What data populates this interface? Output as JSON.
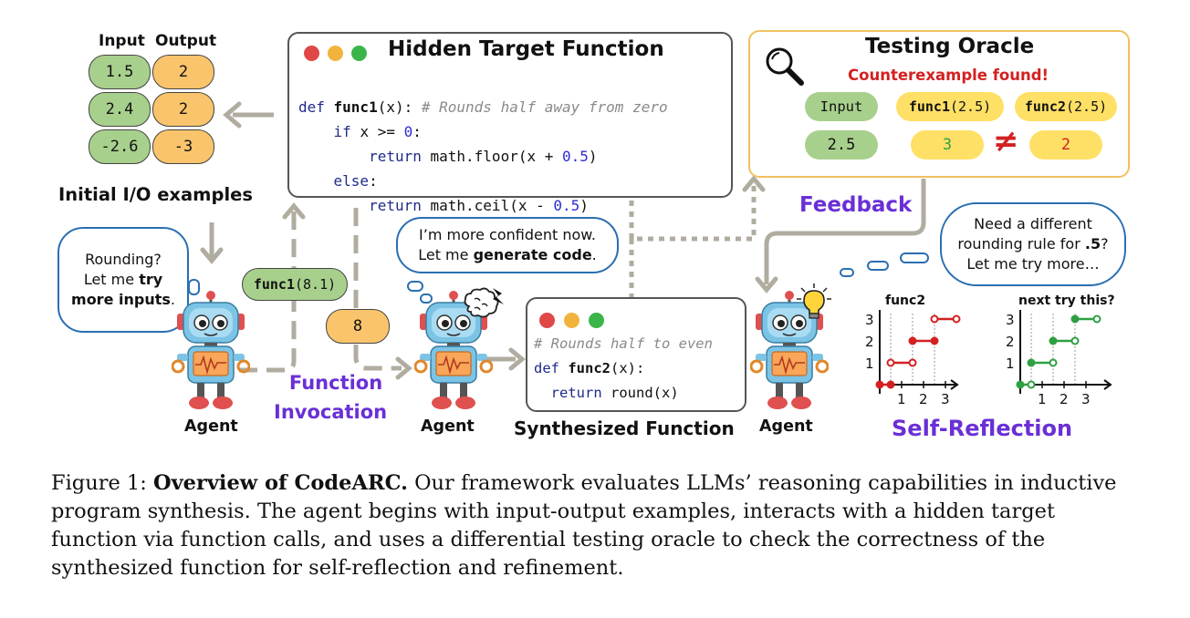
{
  "io_examples": {
    "input_header": "Input",
    "output_header": "Output",
    "rows": [
      {
        "input": "1.5",
        "output": "2"
      },
      {
        "input": "2.4",
        "output": "2"
      },
      {
        "input": "-2.6",
        "output": "-3"
      }
    ],
    "title": "Initial I/O examples"
  },
  "hidden_function": {
    "title": "Hidden Target Function",
    "lines": {
      "l1_kw": "def ",
      "l1_fn": "func1",
      "l1_args": "(x): ",
      "l1_comment": "# Rounds half away from zero",
      "l2_kw": "if ",
      "l2_text": "x >= ",
      "l2_num": "0",
      "l2_end": ":",
      "l3_kw": "return ",
      "l3_text": "math.floor(x + ",
      "l3_num": "0.5",
      "l3_end": ")",
      "l4_kw": "else",
      "l4_end": ":",
      "l5_kw": "return ",
      "l5_text": "math.ceil(x - ",
      "l5_num": "0.5",
      "l5_end": ")"
    }
  },
  "oracle": {
    "title": "Testing Oracle",
    "subtitle": "Counterexample found!",
    "input_label": "Input",
    "f1_fn": "func1",
    "f1_arg": "(2.5)",
    "f2_fn": "func2",
    "f2_arg": "(2.5)",
    "input_value": "2.5",
    "f1_value": "3",
    "f2_value": "2",
    "neq": "≠"
  },
  "agent1_bubble": {
    "l1": "Rounding?",
    "l2a": "Let me ",
    "l2b": "try",
    "l3a": "more inputs",
    "l3b": "."
  },
  "agent2_bubble": {
    "l1": "I’m more confident now.",
    "l2a": "Let me ",
    "l2b": "generate code",
    "l2c": "."
  },
  "agent3_bubble": {
    "l1": "Need a different",
    "l2a": "rounding rule for ",
    "l2b": ".5",
    "l2c": "?",
    "l3": "Let me try more…"
  },
  "call_pill": {
    "fn": "func1",
    "arg": "(8.1)"
  },
  "return_value": "8",
  "function_invocation": {
    "l1": "Function",
    "l2": "Invocation"
  },
  "feedback": "Feedback",
  "synthesized": {
    "title": "Synthesized Function",
    "comment": "# Rounds half to even",
    "l2_kw": "def ",
    "l2_fn": "func2",
    "l2_args": "(x):",
    "l3_kw": "return ",
    "l3_text": "round(x)"
  },
  "agent_label": "Agent",
  "self_reflection": "Self-Reflection",
  "chart_data": [
    {
      "type": "line",
      "title": "func2",
      "x_ticks": [
        "1",
        "2",
        "3"
      ],
      "y_ticks": [
        "1",
        "2",
        "3"
      ],
      "segments": [
        {
          "x": [
            0.5,
            1.5
          ],
          "y": 1,
          "left": "open",
          "right": "open"
        },
        {
          "x": [
            1.5,
            2.5
          ],
          "y": 2,
          "left": "closed",
          "right": "closed"
        },
        {
          "x": [
            2.5,
            3.5
          ],
          "y": 3,
          "left": "open",
          "right": "open"
        },
        {
          "x": [
            0,
            0.5
          ],
          "y": 0,
          "left": "closed",
          "right": "closed"
        }
      ],
      "color": "#d42020"
    },
    {
      "type": "line",
      "title": "next try this?",
      "x_ticks": [
        "1",
        "2",
        "3"
      ],
      "y_ticks": [
        "1",
        "2",
        "3"
      ],
      "segments": [
        {
          "x": [
            0,
            0.5
          ],
          "y": 0,
          "left": "closed",
          "right": "open"
        },
        {
          "x": [
            0.5,
            1.5
          ],
          "y": 1,
          "left": "closed",
          "right": "open"
        },
        {
          "x": [
            1.5,
            2.5
          ],
          "y": 2,
          "left": "closed",
          "right": "open"
        },
        {
          "x": [
            2.5,
            3.5
          ],
          "y": 3,
          "left": "closed",
          "right": "open"
        }
      ],
      "color": "#2ea043"
    }
  ],
  "caption": {
    "label": "Figure 1: ",
    "bold": "Overview of CodeARC.",
    "text": " Our framework evaluates LLMs’ reasoning capabilities in inductive program synthesis. The agent begins with input-output examples, interacts with a hidden target function via function calls, and uses a differential testing oracle to check the correctness of the synthesized function for self-reflection and refinement."
  },
  "colors": {
    "purple": "#6a2fd6",
    "red": "#d42020",
    "green_pill": "#a8d08d",
    "orange_pill": "#f9c46b",
    "yellow_pill": "#ffe066",
    "arrow": "#b0aca0"
  }
}
